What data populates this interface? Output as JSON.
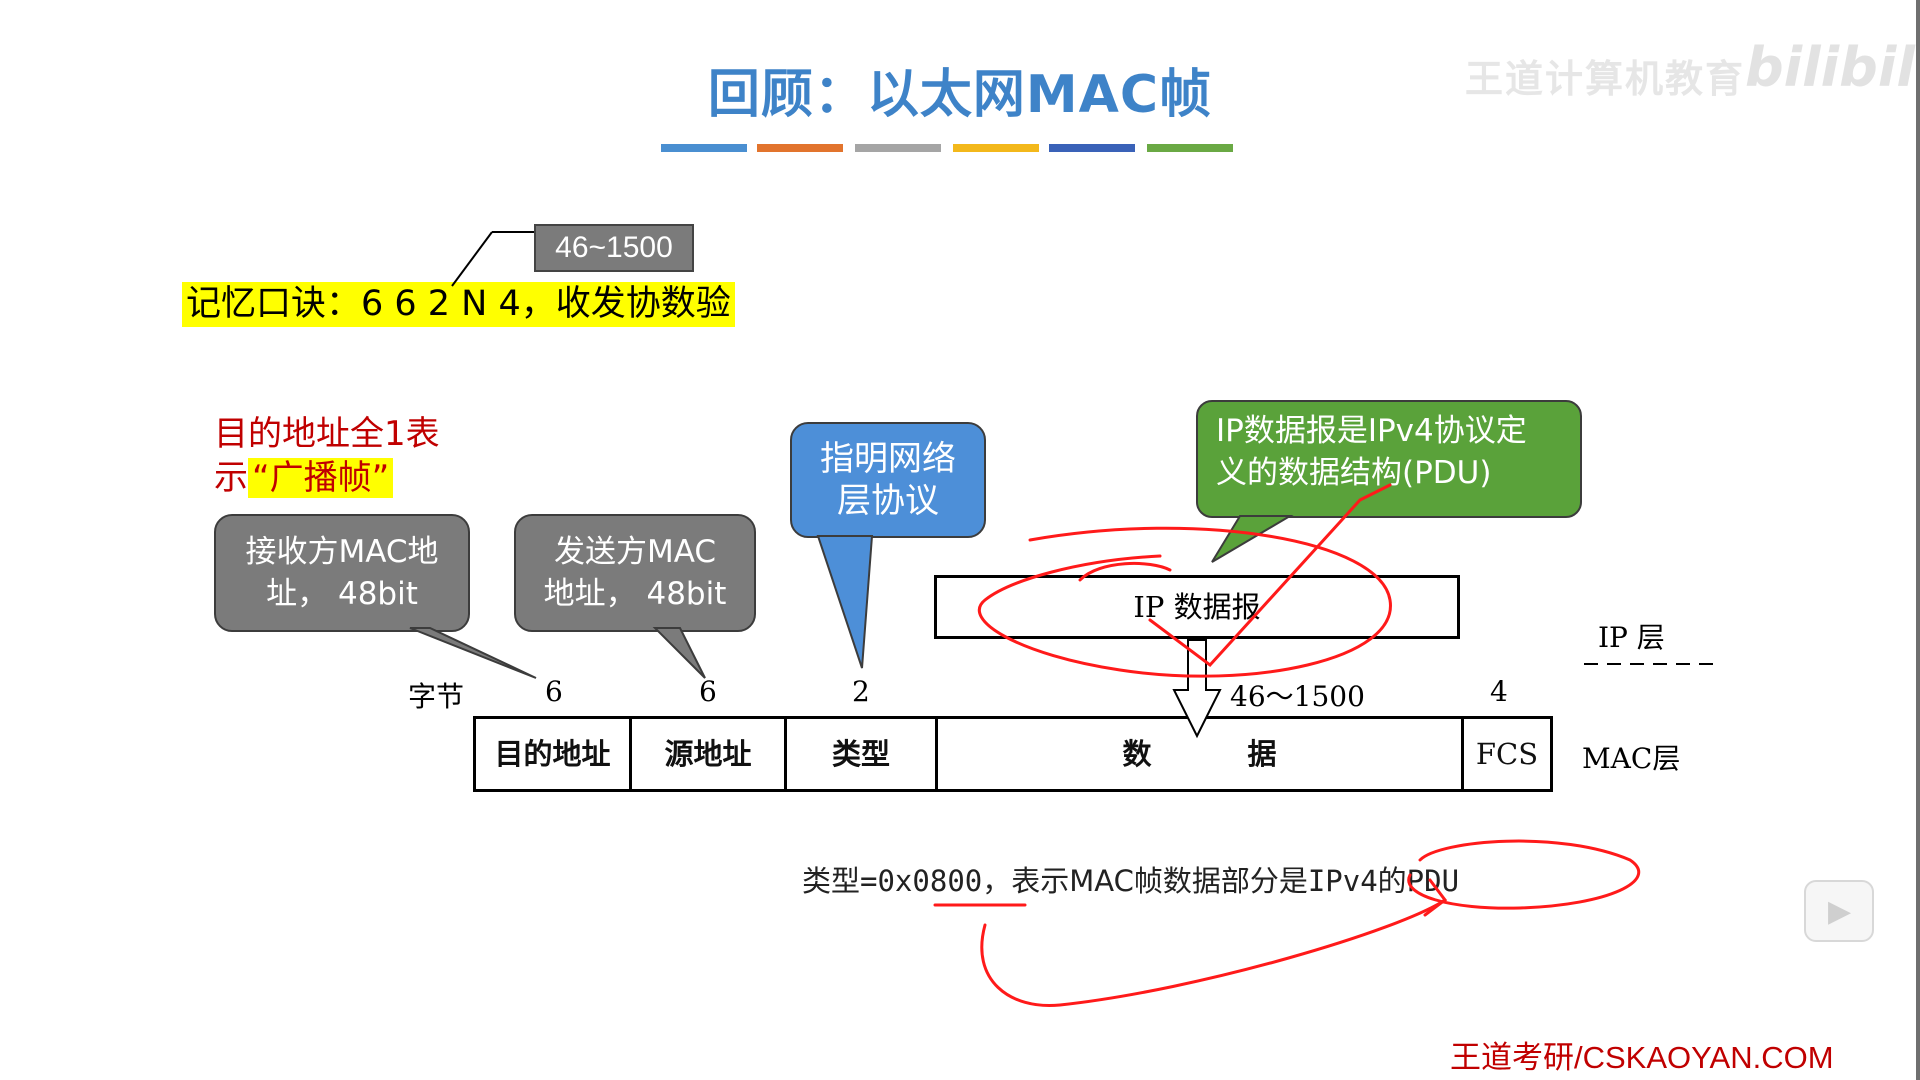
{
  "title": "回顾：以太网MAC帧",
  "accent_colors": [
    "#4a8fd1",
    "#e2742d",
    "#a5a5a5",
    "#f3b81b",
    "#3a62b8",
    "#6aa944"
  ],
  "watermark": {
    "text": "王道计算机教育",
    "logo": "bilibili"
  },
  "data_length_note": "46~1500",
  "mnemonic": "记忆口诀：6 6 2 N 4，收发协数验",
  "broadcast_note": {
    "line1": "目的地址全1表",
    "line2_prefix": "示",
    "line2_highlight": "“广播帧”"
  },
  "callouts": {
    "dest": {
      "line1": "接收方MAC地",
      "line2": "址， 48bit"
    },
    "src": {
      "line1": "发送方MAC",
      "line2": "地址， 48bit"
    },
    "type": {
      "line1": "指明网络",
      "line2": "层协议"
    },
    "ip": {
      "line1": "IP数据报是IPv4协议定",
      "line2": "义的数据结构(PDU)"
    }
  },
  "ip_datagram_label": "IP 数据报",
  "layers": {
    "ip": "IP 层",
    "mac": "MAC层"
  },
  "byte_row": {
    "label": "字节",
    "dest": "6",
    "src": "6",
    "type": "2",
    "data": "46～1500",
    "fcs": "4"
  },
  "frame_fields": {
    "dest": "目的地址",
    "src": "源地址",
    "type": "类型",
    "data_a": "数",
    "data_b": "据",
    "fcs": "FCS"
  },
  "type_note": {
    "prefix": "类型",
    "value": "=0x0800",
    "middle": "，表示MAC帧数据部分是",
    "suffix": "IPv4的PDU"
  },
  "footer_brand": "王道考研/CSKAOYAN.COM",
  "player": {
    "icon": "play-icon"
  }
}
